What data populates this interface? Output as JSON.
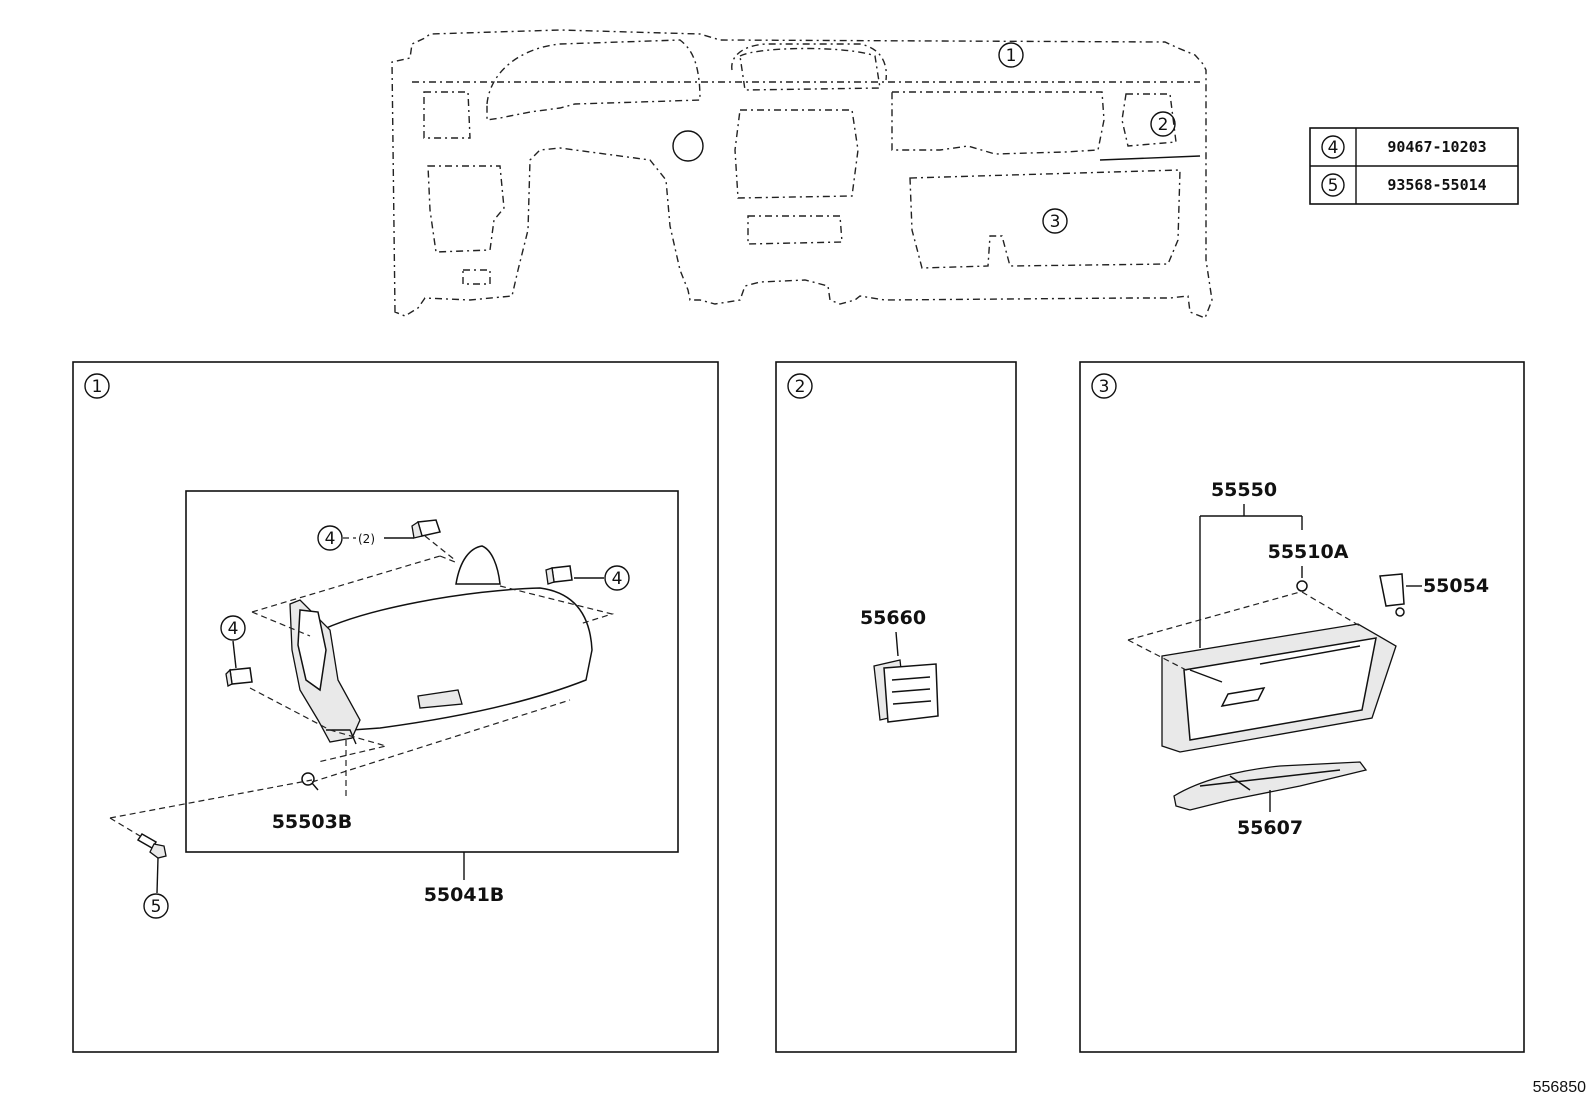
{
  "overview": {
    "callouts": [
      "1",
      "2",
      "3"
    ]
  },
  "legend": {
    "rows": [
      {
        "ref": "4",
        "part_no": "90467-10203"
      },
      {
        "ref": "5",
        "part_no": "93568-55014"
      }
    ]
  },
  "panels": [
    {
      "id": "1",
      "labels": {
        "assembly": "55041B",
        "clip": "55503B",
        "qty": "(2)",
        "ref4": "4",
        "ref5": "5"
      }
    },
    {
      "id": "2",
      "labels": {
        "vent": "55660"
      }
    },
    {
      "id": "3",
      "labels": {
        "box_assy": "55550",
        "stopper": "55510A",
        "lamp": "55054",
        "damper": "55607"
      }
    }
  ],
  "figure_id": "556850"
}
